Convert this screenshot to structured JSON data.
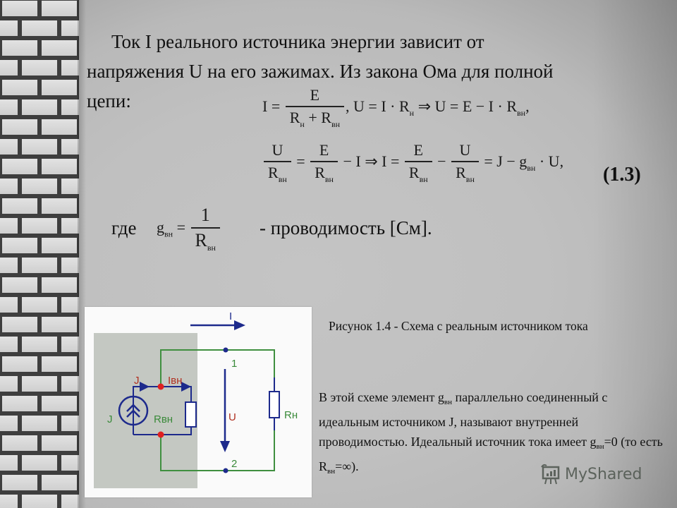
{
  "slide": {
    "paragraph1": {
      "line1": "Ток I  реального источника энергии зависит от",
      "line2": "напряжения  U на его зажимах. Из закона Ома  для полной",
      "line3": "цепи:"
    },
    "formula_line1": {
      "lhs": "I =",
      "frac_num": "E",
      "frac_den_a": "R",
      "frac_den_a_sub": "н",
      "frac_den_plus": "+",
      "frac_den_b": "R",
      "frac_den_b_sub": "вн",
      "part2": ", U = I · R",
      "part2_sub": "н",
      "arrow": "⇒",
      "part3": "U = E − I · R",
      "part3_sub": "вн",
      "tail": ","
    },
    "formula_line2": {
      "f1_num": "U",
      "f1_den": "R",
      "f1_den_sub": "вн",
      "eq1": "=",
      "f2_num": "E",
      "f2_den": "R",
      "f2_den_sub": "вн",
      "minus_i": "− I",
      "arrow": "⇒",
      "i_eq": "I =",
      "f3_num": "E",
      "f3_den": "R",
      "f3_den_sub": "вн",
      "minus": "−",
      "f4_num": "U",
      "f4_den": "R",
      "f4_den_sub": "вн",
      "tail": "= J − g",
      "tail_sub": "вн",
      "tail_end": " · U,"
    },
    "equation_number": "(1.3)",
    "where": {
      "label": "где",
      "g": "g",
      "g_sub": "вн",
      "eq": "=",
      "num": "1",
      "den": "R",
      "den_sub": "вн",
      "text": "-  проводимость [См]."
    },
    "figure": {
      "caption": "Рисунок 1.4 - Схема с реальным источником тока",
      "labels": {
        "current_i": "I",
        "node1": "1",
        "node2": "2",
        "voltage_u": "U",
        "source_j_left": "J",
        "source_j_arrow": "J",
        "internal_current": "Iвн",
        "internal_resistor": "Rвн",
        "load_resistor": "Rн"
      },
      "colors": {
        "wire_green": "#3f8f3f",
        "element_blue": "#1d2a8c",
        "node_red": "#e02020",
        "label_red": "#b03020",
        "label_green": "#3a8a3a",
        "shade": "#c4c8c2"
      }
    },
    "description": {
      "t1": "В этой схеме элемент g",
      "s1": "вн",
      "t2": " параллельно соединенный с идеальным источником J, называют внутренней проводимостью. Идеальный источник тока имеет g",
      "s2": "вн",
      "t3": "=0  (то есть R",
      "s3": "вн",
      "t4": "=∞)."
    },
    "watermark": "MyShared"
  }
}
